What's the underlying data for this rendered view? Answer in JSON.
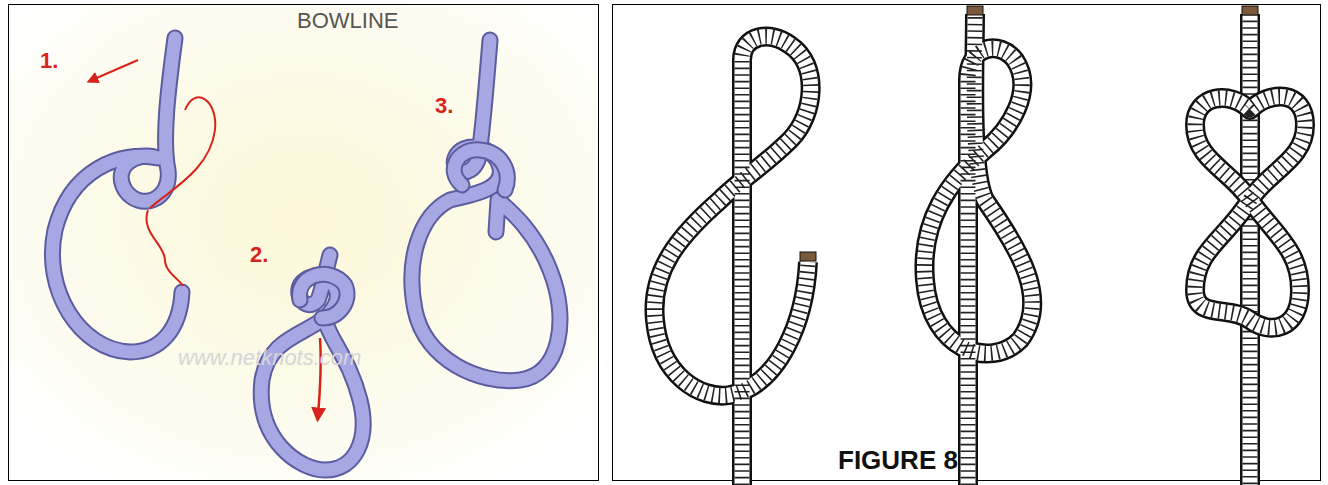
{
  "diagram": {
    "labels": [
      "BOWLINE",
      "1.",
      "2.",
      "3.",
      "www.netknots.com",
      "FIGURE 8"
    ]
  }
}
